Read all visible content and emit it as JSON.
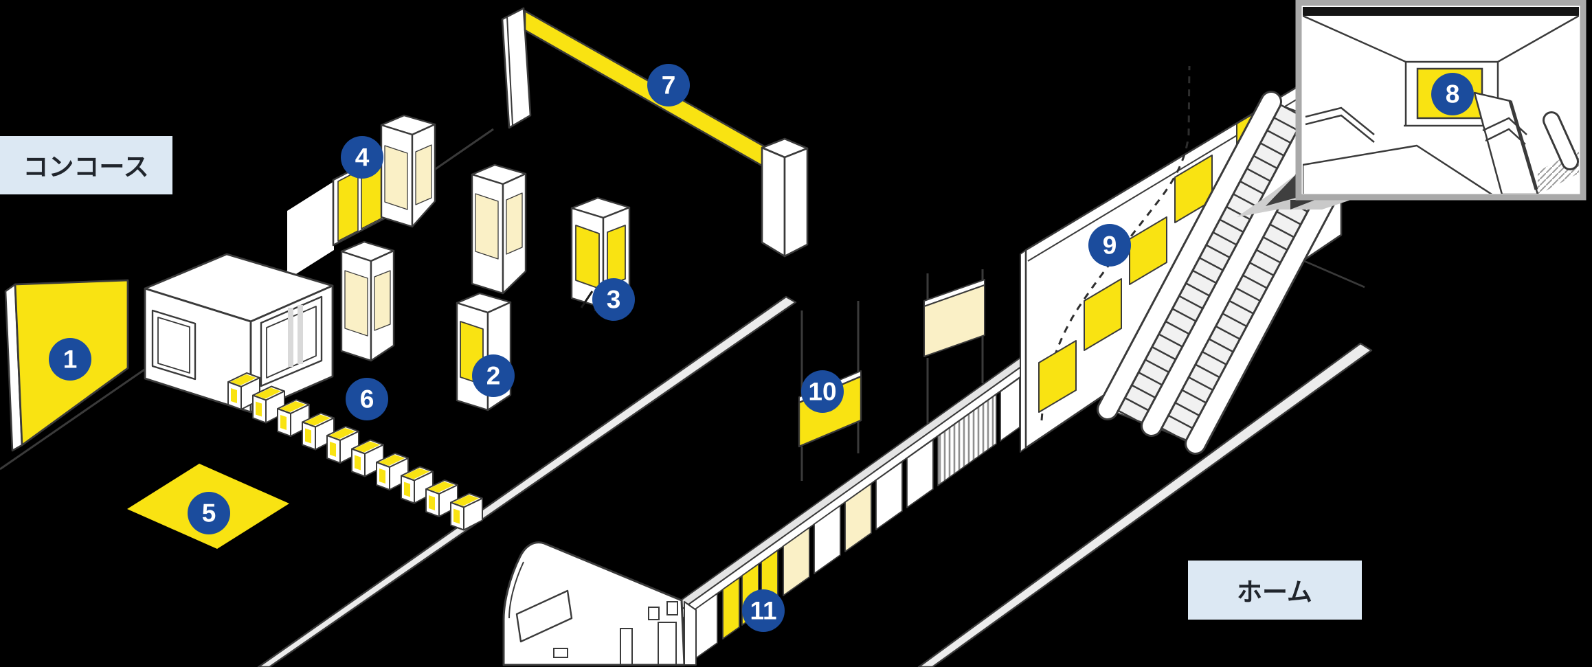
{
  "area_labels": {
    "concourse": "コンコース",
    "platform": "ホーム"
  },
  "markers": [
    {
      "label": "1"
    },
    {
      "label": "2"
    },
    {
      "label": "3"
    },
    {
      "label": "4"
    },
    {
      "label": "5"
    },
    {
      "label": "6"
    },
    {
      "label": "7"
    },
    {
      "label": "8"
    },
    {
      "label": "9"
    },
    {
      "label": "10"
    },
    {
      "label": "11"
    }
  ],
  "colors": {
    "highlight_yellow": "#F9E312",
    "soft_yellow": "#FAF0C6",
    "marker_blue": "#1B4C9D",
    "label_background": "#DCE8F3",
    "outline": "#3A3A3A",
    "surface_gray": "#ECECEC",
    "background": "#000000"
  }
}
